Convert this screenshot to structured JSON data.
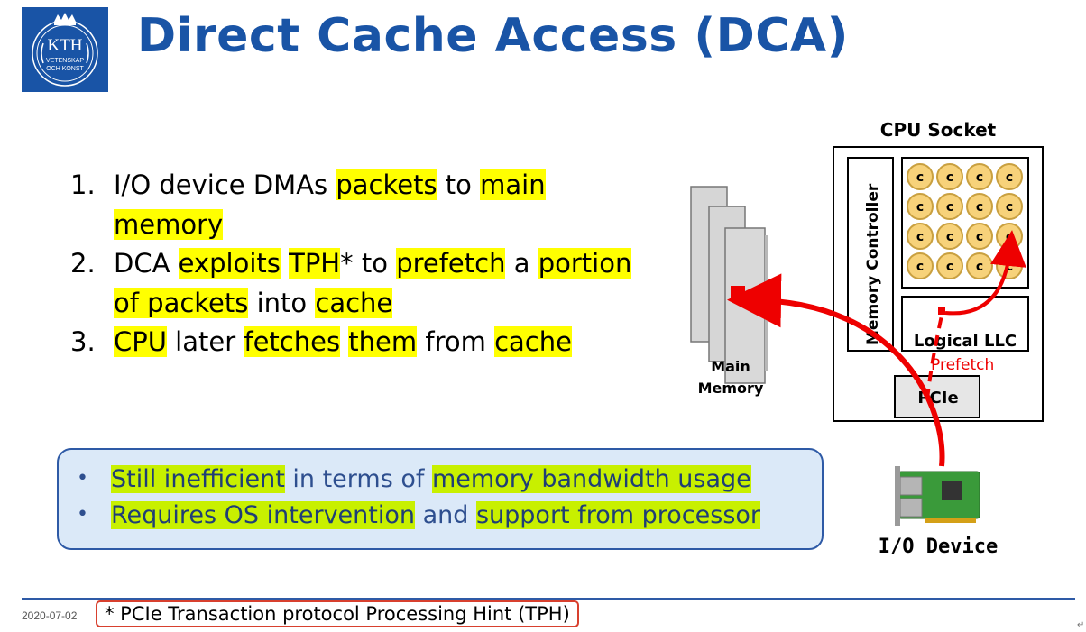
{
  "logo": {
    "text": "KTH",
    "subtitle_line1": "VETENSKAP",
    "subtitle_line2": "OCH KONST"
  },
  "title": "Direct Cache Access (DCA)",
  "steps": [
    {
      "num": "1.",
      "parts": [
        {
          "text": "I/O device DMAs ",
          "hl": false
        },
        {
          "text": "packets",
          "hl": true
        },
        {
          "text": " to ",
          "hl": false
        },
        {
          "text": "main memory",
          "hl": true
        }
      ]
    },
    {
      "num": "2.",
      "parts": [
        {
          "text": "DCA ",
          "hl": false
        },
        {
          "text": "exploits",
          "hl": true
        },
        {
          "text": " ",
          "hl": false
        },
        {
          "text": "TPH",
          "hl": true
        },
        {
          "text": "* to ",
          "hl": false
        },
        {
          "text": "prefetch",
          "hl": true
        },
        {
          "text": " a ",
          "hl": false
        },
        {
          "text": "portion of packets",
          "hl": true
        },
        {
          "text": " into ",
          "hl": false
        },
        {
          "text": "cache",
          "hl": true
        }
      ]
    },
    {
      "num": "3.",
      "parts": [
        {
          "text": "CPU",
          "hl": true
        },
        {
          "text": " later ",
          "hl": false
        },
        {
          "text": "fetches",
          "hl": true
        },
        {
          "text": " ",
          "hl": false
        },
        {
          "text": "them",
          "hl": true
        },
        {
          "text": " from ",
          "hl": false
        },
        {
          "text": "cache",
          "hl": true
        }
      ]
    }
  ],
  "callout": {
    "bullet": "•",
    "items": [
      [
        {
          "text": "Still inefficient",
          "hl": true
        },
        {
          "text": " in terms of ",
          "hl": false
        },
        {
          "text": "memory bandwidth usage",
          "hl": true
        }
      ],
      [
        {
          "text": "Requires OS intervention",
          "hl": true
        },
        {
          "text": " and ",
          "hl": false
        },
        {
          "text": "support from processor",
          "hl": true
        }
      ]
    ]
  },
  "diagram": {
    "cpu_socket_label": "CPU Socket",
    "memory_controller_label": "Memory Controller",
    "core_label": "c",
    "core_rows": 4,
    "core_cols": 4,
    "llc_label": "Logical LLC",
    "prefetch_label": "Prefetch",
    "pcie_label": "PCIe",
    "main_memory_label_line1": "Main",
    "main_memory_label_line2": "Memory",
    "io_device_label": "I/O Device"
  },
  "colors": {
    "brand_blue": "#1954a6",
    "highlight": "#ffff00",
    "arrow_red": "#ee0000",
    "core_fill": "#f7d27a"
  },
  "footer": {
    "date": "2020-07-02",
    "footnote": "* PCIe Transaction protocol Processing Hint (TPH)",
    "corner_mark": "↵"
  }
}
